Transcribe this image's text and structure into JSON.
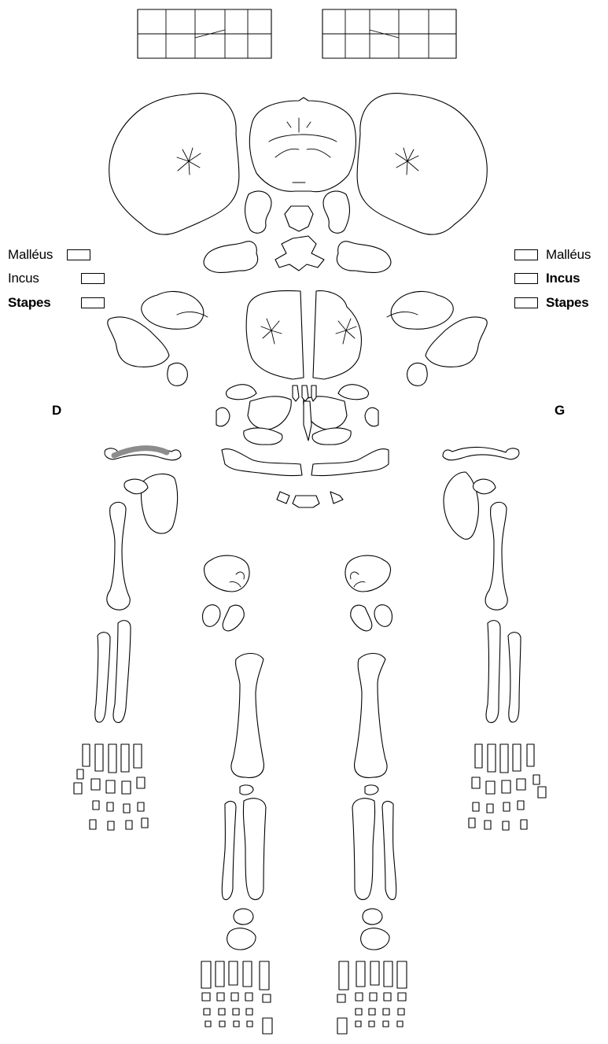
{
  "ossicles": {
    "right": [
      {
        "label": "Malléus",
        "weight": "normal"
      },
      {
        "label": "Incus",
        "weight": "normal"
      },
      {
        "label": "Stapes",
        "weight": "bold"
      }
    ],
    "left": [
      {
        "label": "Malléus",
        "weight": "normal"
      },
      {
        "label": "Incus",
        "weight": "bold"
      },
      {
        "label": "Stapes",
        "weight": "bold"
      }
    ]
  },
  "sides": {
    "right": "D",
    "left": "G"
  },
  "colors": {
    "stroke": "#000000",
    "background": "#ffffff",
    "highlight": "#8c8c8c"
  },
  "highlighted_bone": "right-clavicle"
}
